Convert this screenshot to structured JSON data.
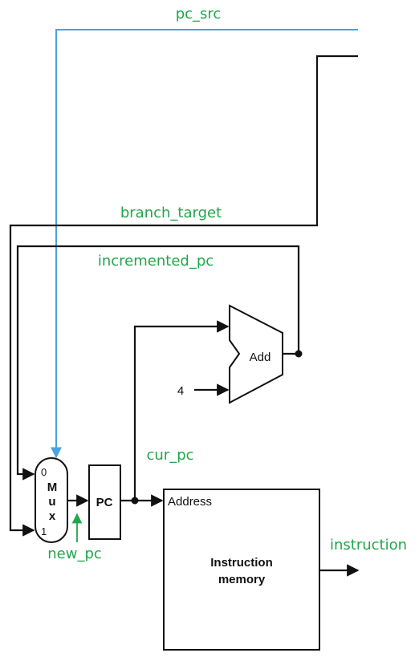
{
  "colors": {
    "wire": "#111111",
    "control_wire": "#4aa3df",
    "signal_label": "#22a64a",
    "block_fill": "#ffffff"
  },
  "signals": {
    "pc_src": "pc_src",
    "branch_target": "branch_target",
    "incremented_pc": "incremented_pc",
    "cur_pc": "cur_pc",
    "new_pc": "new_pc",
    "instruction": "instruction"
  },
  "blocks": {
    "mux": {
      "label_lines": [
        "M",
        "u",
        "x"
      ],
      "input0": "0",
      "input1": "1"
    },
    "pc_register": {
      "label": "PC"
    },
    "adder": {
      "label": "Add",
      "constant_input": "4"
    },
    "instruction_memory": {
      "port": "Address",
      "title_line1": "Instruction",
      "title_line2": "memory"
    }
  }
}
